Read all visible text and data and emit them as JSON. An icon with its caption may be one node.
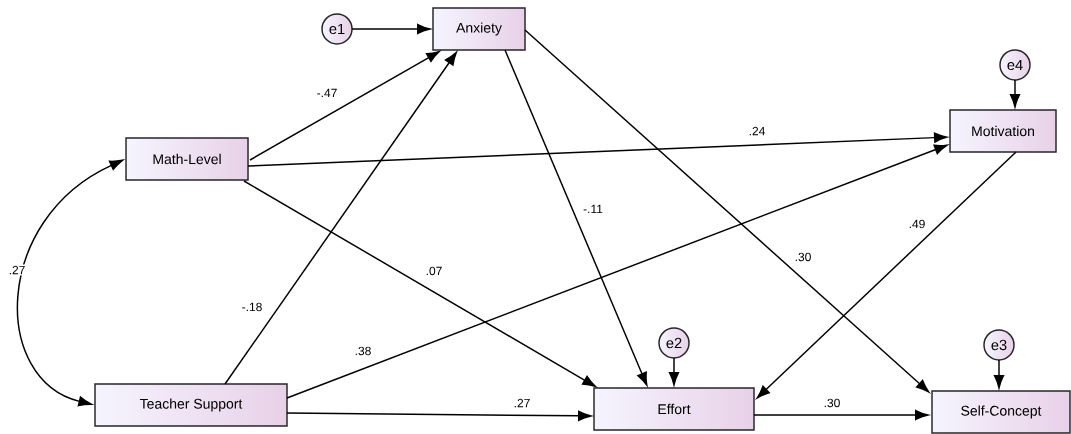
{
  "diagram": {
    "nodes": [
      {
        "text": [
          "e1"
        ]
      },
      {
        "text": [
          "Anxiety"
        ]
      },
      {
        "text": [
          "e4"
        ]
      },
      {
        "text": [
          "Math-Level"
        ]
      },
      {
        "text": [
          "Motivation"
        ]
      },
      {
        "text": [
          "e2"
        ]
      },
      {
        "text": [
          "e3"
        ]
      },
      {
        "text": [
          "Teacher Support"
        ]
      },
      {
        "text": [
          "Effort"
        ]
      },
      {
        "text": [
          "Self-Concept"
        ]
      }
    ],
    "edges": [
      {
        "from": 0,
        "to": 1,
        "arrow": "to"
      },
      {
        "from": 2,
        "to": 4,
        "arrow": "to"
      },
      {
        "from": 5,
        "to": 8,
        "arrow": "to"
      },
      {
        "from": 6,
        "to": 9,
        "arrow": "to"
      },
      {
        "from": 3,
        "to": 1,
        "arrow": "to",
        "label": "-.47"
      },
      {
        "from": 7,
        "to": 1,
        "arrow": "to",
        "label": "-.18"
      },
      {
        "from": 3,
        "to": 4,
        "arrow": "to",
        "label": ".24"
      },
      {
        "from": 7,
        "to": 4,
        "arrow": "to",
        "label": ".38"
      },
      {
        "from": 3,
        "to": 8,
        "arrow": "to",
        "label": ".07"
      },
      {
        "from": 1,
        "to": 8,
        "arrow": "to",
        "label": "-.11"
      },
      {
        "from": 4,
        "to": 8,
        "arrow": "to",
        "label": ".49"
      },
      {
        "from": 1,
        "to": 9,
        "arrow": "to",
        "label": ".30"
      },
      {
        "from": 7,
        "to": 8,
        "arrow": "to",
        "label": ".27"
      },
      {
        "from": 8,
        "to": 9,
        "arrow": "to",
        "label": ".30"
      },
      {
        "from": 3,
        "to": 7,
        "arrow": "both",
        "label": ".27"
      }
    ]
  }
}
